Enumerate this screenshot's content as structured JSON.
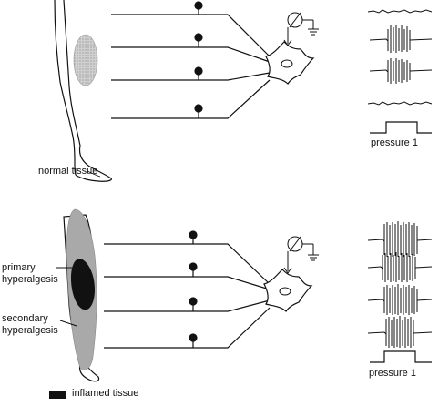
{
  "labels": {
    "normal_tissue": "normal tissue",
    "primary_line1": "primary",
    "primary_line2": "hyperalgesis",
    "secondary_line1": "secondary",
    "secondary_line2": "hyperalgesis",
    "pressure_top": "pressure 1",
    "pressure_bottom": "pressure 1"
  },
  "legend": {
    "label": "inflamed tissue"
  },
  "panels": [
    {
      "name": "normal",
      "fibers": 4,
      "traces": [
        "quiet",
        "burst",
        "burst",
        "quiet"
      ]
    },
    {
      "name": "inflamed",
      "fibers": 4,
      "traces": [
        "dense",
        "dense",
        "dense",
        "dense"
      ]
    }
  ],
  "colors": {
    "ink": "#111111",
    "normal_area": "#bdbdbd",
    "hyperalgesia_area": "#a6a6a6",
    "inflamed": "#111111"
  }
}
